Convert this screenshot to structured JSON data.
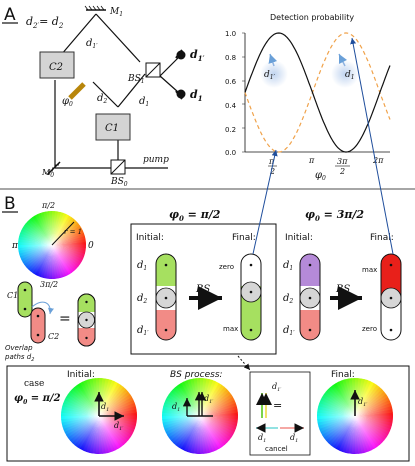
{
  "panel_a": {
    "label": "A",
    "setup": {
      "d2_eq": "d",
      "d2_eq_sub": "2′",
      "d2_eq_rhs": "= d",
      "d2_eq_rhs_sub": "2",
      "m1": "M",
      "m1_sub": "1",
      "m0": "M",
      "m0_sub": "0",
      "c2": "C2",
      "c1": "C1",
      "bs1": "BS",
      "bs1_sub": "1",
      "bs0": "BS",
      "bs0_sub": "0",
      "d1p": "d",
      "d1p_sub": "1′",
      "phi0": "φ",
      "phi0_sub": "0",
      "d2": "d",
      "d2_sub": "2",
      "d1": "d",
      "d1_sub": "1",
      "det_top": "d",
      "det_top_sub": "1′",
      "det_bot": "d",
      "det_bot_sub": "1",
      "pump": "pump"
    },
    "plot": {
      "title": "Detection probability",
      "y_ticks": [
        "1.0",
        "0.8",
        "0.6",
        "0.4",
        "0.2",
        "0.0"
      ],
      "x_ticks": [
        "π/2",
        "π",
        "3π/2",
        "2π"
      ],
      "x_tick_pi2_num": "π",
      "x_tick_pi2_den": "2",
      "x_tick_pi": "π",
      "x_tick_3pi2_num": "3π",
      "x_tick_3pi2_den": "2",
      "x_tick_2pi": "2π",
      "x_label": "φ",
      "x_label_sub": "0",
      "inset1": "d",
      "inset1_sub": "1′",
      "inset2": "d",
      "inset2_sub": "1",
      "colors": {
        "solid": "#111111",
        "dashed": "#f0a24a",
        "arrow": "#1f4e9c"
      }
    }
  },
  "panel_b": {
    "label": "B",
    "wheel": {
      "top": "π/2",
      "left": "π",
      "right": "0",
      "bottom": "3π/2",
      "radius": "r = 1"
    },
    "overlap": {
      "c1": "C1",
      "c2": "C2",
      "caption1": "Overlap",
      "caption2": "paths d",
      "caption2_sub": "2",
      "eq": "="
    },
    "case1": {
      "title": "φ",
      "title_sub": "0",
      "title_rhs": " = π/2",
      "initial": "Initial:",
      "final": "Final:",
      "bs": "BS",
      "labels": [
        "d",
        "d",
        "d"
      ],
      "label_subs": [
        "1",
        "2",
        "1′"
      ],
      "zero": "zero",
      "max": "max"
    },
    "case2": {
      "title": "φ",
      "title_sub": "0",
      "title_rhs": " = 3π/2",
      "initial": "Initial:",
      "final": "Final:",
      "bs": "BS",
      "labels": [
        "d",
        "d",
        "d"
      ],
      "label_subs": [
        "1",
        "2",
        "1′"
      ],
      "max": "max",
      "zero": "zero"
    },
    "bottom": {
      "case": "case",
      "case_phi": "φ",
      "case_phi_sub": "0",
      "case_rhs": " = π/2",
      "initial": "Initial:",
      "bs_process": "BS process:",
      "final": "Final:",
      "d1": "d",
      "d1_sub": "1",
      "d1p": "d",
      "d1p_sub": "1′",
      "eq": "=",
      "cancel": "cancel"
    }
  }
}
